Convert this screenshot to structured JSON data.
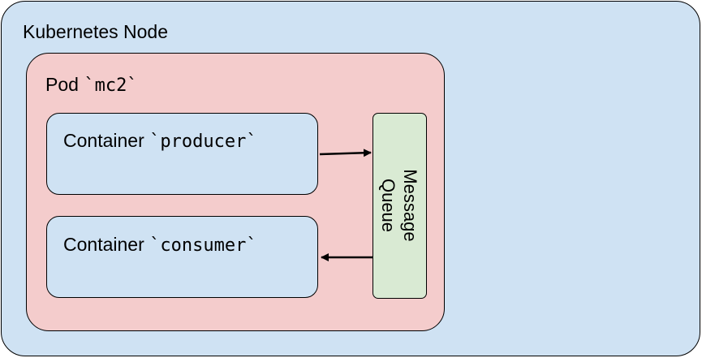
{
  "colors": {
    "node_fill": "#cfe2f3",
    "pod_fill": "#f4cccc",
    "container_fill": "#cfe2f3",
    "queue_fill": "#d9ead3",
    "stroke": "#000000"
  },
  "node": {
    "label": "Kubernetes Node"
  },
  "pod": {
    "label_prefix": "Pod ",
    "name": "`mc2`"
  },
  "producer": {
    "label_prefix": "Container ",
    "name": "`producer`"
  },
  "consumer": {
    "label_prefix": "Container ",
    "name": "`consumer`"
  },
  "queue": {
    "line1": "Message",
    "line2": "Queue"
  },
  "edges": [
    {
      "from": "producer",
      "to": "queue"
    },
    {
      "from": "queue",
      "to": "consumer"
    }
  ]
}
